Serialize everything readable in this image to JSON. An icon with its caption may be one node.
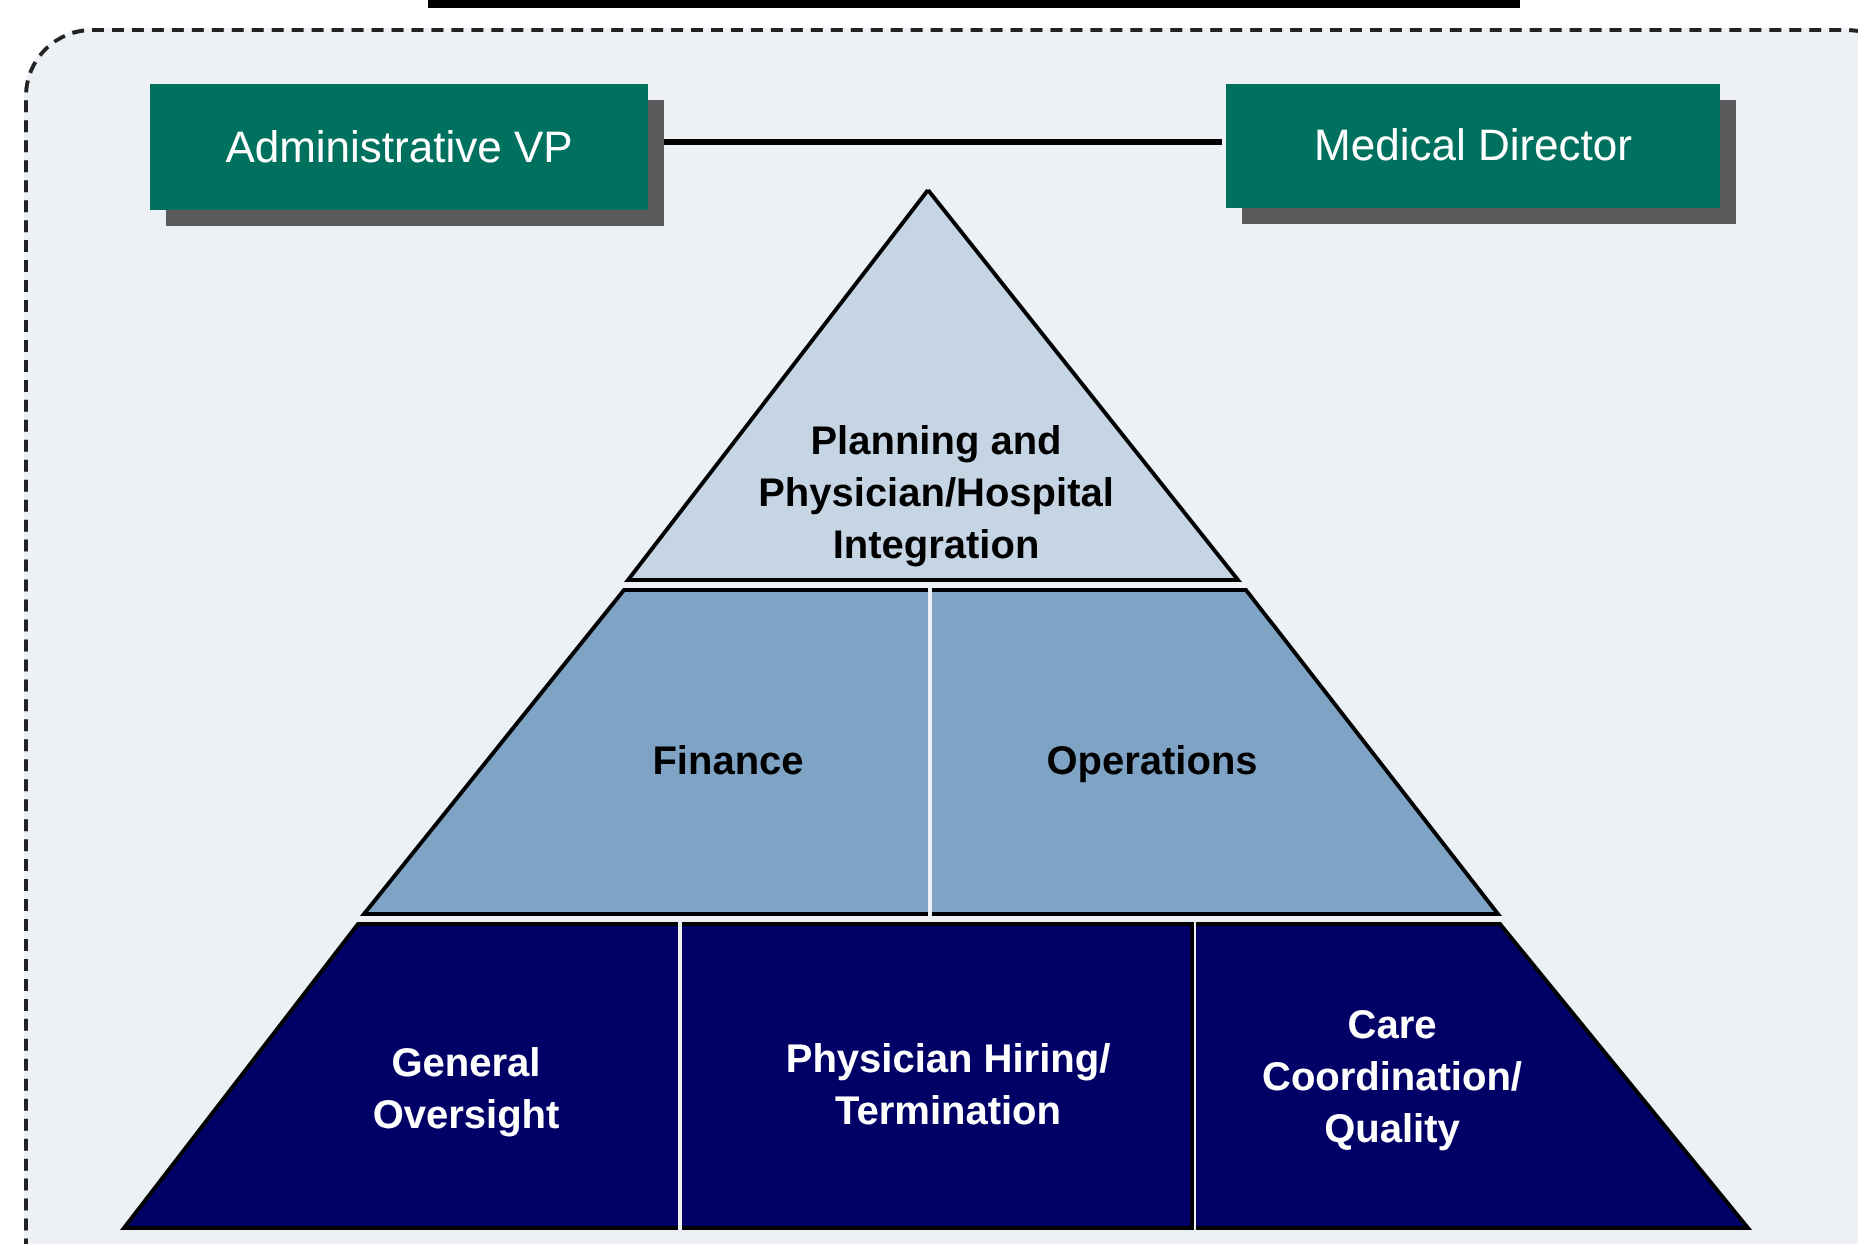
{
  "diagram": {
    "nodes": [
      {
        "text": [],
        "shape": "box"
      },
      {
        "text": [
          "Administrative VP"
        ],
        "in": 0
      },
      {
        "text": [
          "Medical Director"
        ],
        "in": 0
      },
      {
        "text": [
          "Planning and Physician/Hospital Integration"
        ],
        "in": 0
      },
      {
        "text": [
          "Finance"
        ],
        "in": 0
      },
      {
        "text": [
          "Operations"
        ],
        "in": 0
      },
      {
        "text": [
          "General Oversight"
        ],
        "in": 0
      },
      {
        "text": [
          "Physician Hiring/ Termination"
        ],
        "in": 0
      },
      {
        "text": [
          "Care Coordination/ Quality"
        ],
        "in": 0
      }
    ],
    "edges": [
      {
        "from": 1,
        "to": 2,
        "arrow": "none"
      }
    ]
  }
}
